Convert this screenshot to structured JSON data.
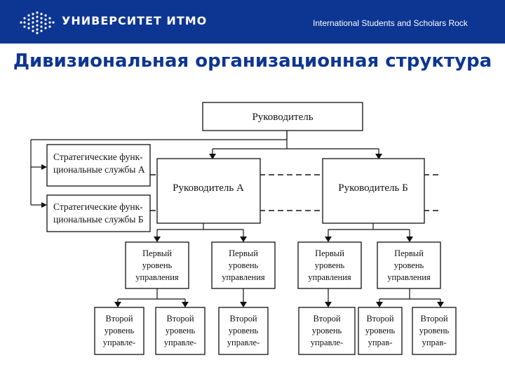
{
  "header": {
    "brand": "УНИВЕРСИТЕТ ИТМО",
    "tagline": "International Students and Scholars Rock",
    "bg_color": "#0d3592",
    "logo_icon": "itmo-dots-logo-icon"
  },
  "slide": {
    "title": "Дивизиональная организационная структура",
    "title_color": "#0d3592"
  },
  "diagram": {
    "head": "Руководитель",
    "strategic": [
      [
        "Стратегические функ-",
        "циональные службы А"
      ],
      [
        "Стратегические функ-",
        "циональные службы Б"
      ]
    ],
    "divisions": [
      "Руководитель А",
      "Руководитель Б"
    ],
    "first_level": [
      [
        "Первый",
        "уровень",
        "управления"
      ],
      [
        "Первый",
        "уровень",
        "управления"
      ],
      [
        "Первый",
        "уровень",
        "управления"
      ],
      [
        "Первый",
        "уровень",
        "управления"
      ]
    ],
    "second_level": [
      [
        "Второй",
        "уровень",
        "управле-"
      ],
      [
        "Второй",
        "уровень",
        "управле-"
      ],
      [
        "Второй",
        "уровень",
        "управле-"
      ],
      [
        "Второй",
        "уровень",
        "управле-"
      ],
      [
        "Второй",
        "уровень",
        "управ-"
      ],
      [
        "Второй",
        "уровень",
        "управ-"
      ]
    ]
  }
}
